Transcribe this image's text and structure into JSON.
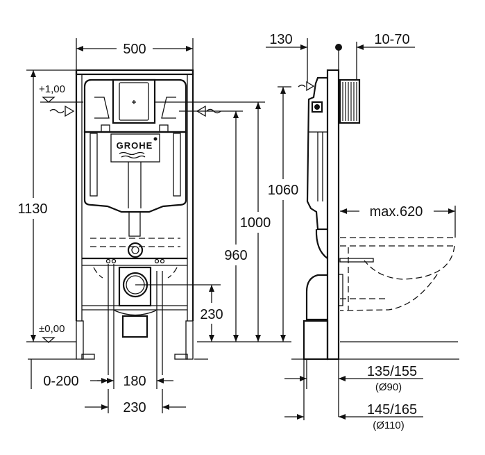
{
  "brand_logo": "GROHE",
  "front_view": {
    "width_dim": "500",
    "height_dim": "1130",
    "level_top": "+1,00",
    "level_bottom": "±0,00",
    "dim_1000": "1000",
    "dim_960": "960",
    "dim_230_height": "230",
    "dim_0_200": "0-200",
    "dim_180": "180",
    "dim_230_width": "230"
  },
  "side_view": {
    "dim_130": "130",
    "dim_10_70": "10-70",
    "dim_1060": "1060",
    "dim_max620": "max.620",
    "dim_135_155": "135/155",
    "dim_d90": "(Ø90)",
    "dim_145_165": "145/165",
    "dim_d110": "(Ø110)"
  }
}
